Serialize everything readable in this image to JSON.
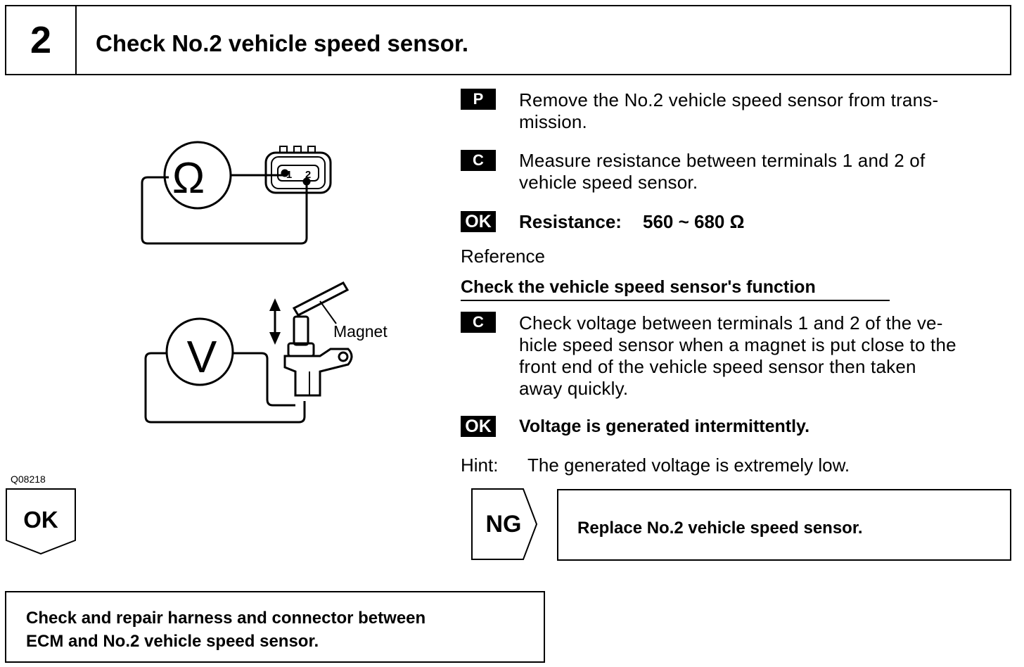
{
  "header": {
    "step_number": "2",
    "title": "Check No.2 vehicle speed sensor."
  },
  "figure": {
    "ohm_symbol": "Ω",
    "connector_terminal_1": "1",
    "connector_terminal_2": "2",
    "volt_symbol": "V",
    "magnet_label": "Magnet",
    "code": "Q08218"
  },
  "steps": [
    {
      "tag": "P",
      "text": "Remove the No.2 vehicle speed sensor from transmission.",
      "line1": "Remove the No.2 vehicle speed sensor from trans-",
      "line2": "mission."
    },
    {
      "tag": "C",
      "line1": "Measure resistance between terminals 1 and 2 of",
      "line2": "vehicle speed sensor."
    },
    {
      "tag": "OK",
      "label": "Resistance:",
      "value": "560 ~ 680 Ω"
    }
  ],
  "reference": {
    "label": "Reference",
    "heading": "Check the vehicle speed sensor's function",
    "check_tag": "C",
    "check_lines": [
      "Check voltage between terminals 1 and 2 of the ve-",
      "hicle speed sensor when a magnet is put close to the",
      "front end of the vehicle speed sensor then taken",
      "away quickly."
    ],
    "ok_tag": "OK",
    "ok_text": "Voltage is generated intermittently.",
    "hint_label": "Hint:",
    "hint_text": "The generated voltage is extremely low."
  },
  "flow": {
    "ok_label": "OK",
    "ng_label": "NG",
    "ng_action": "Replace No.2 vehicle speed sensor.",
    "ok_action_line1": "Check and repair harness and connector between",
    "ok_action_line2": "ECM and No.2 vehicle speed sensor."
  }
}
